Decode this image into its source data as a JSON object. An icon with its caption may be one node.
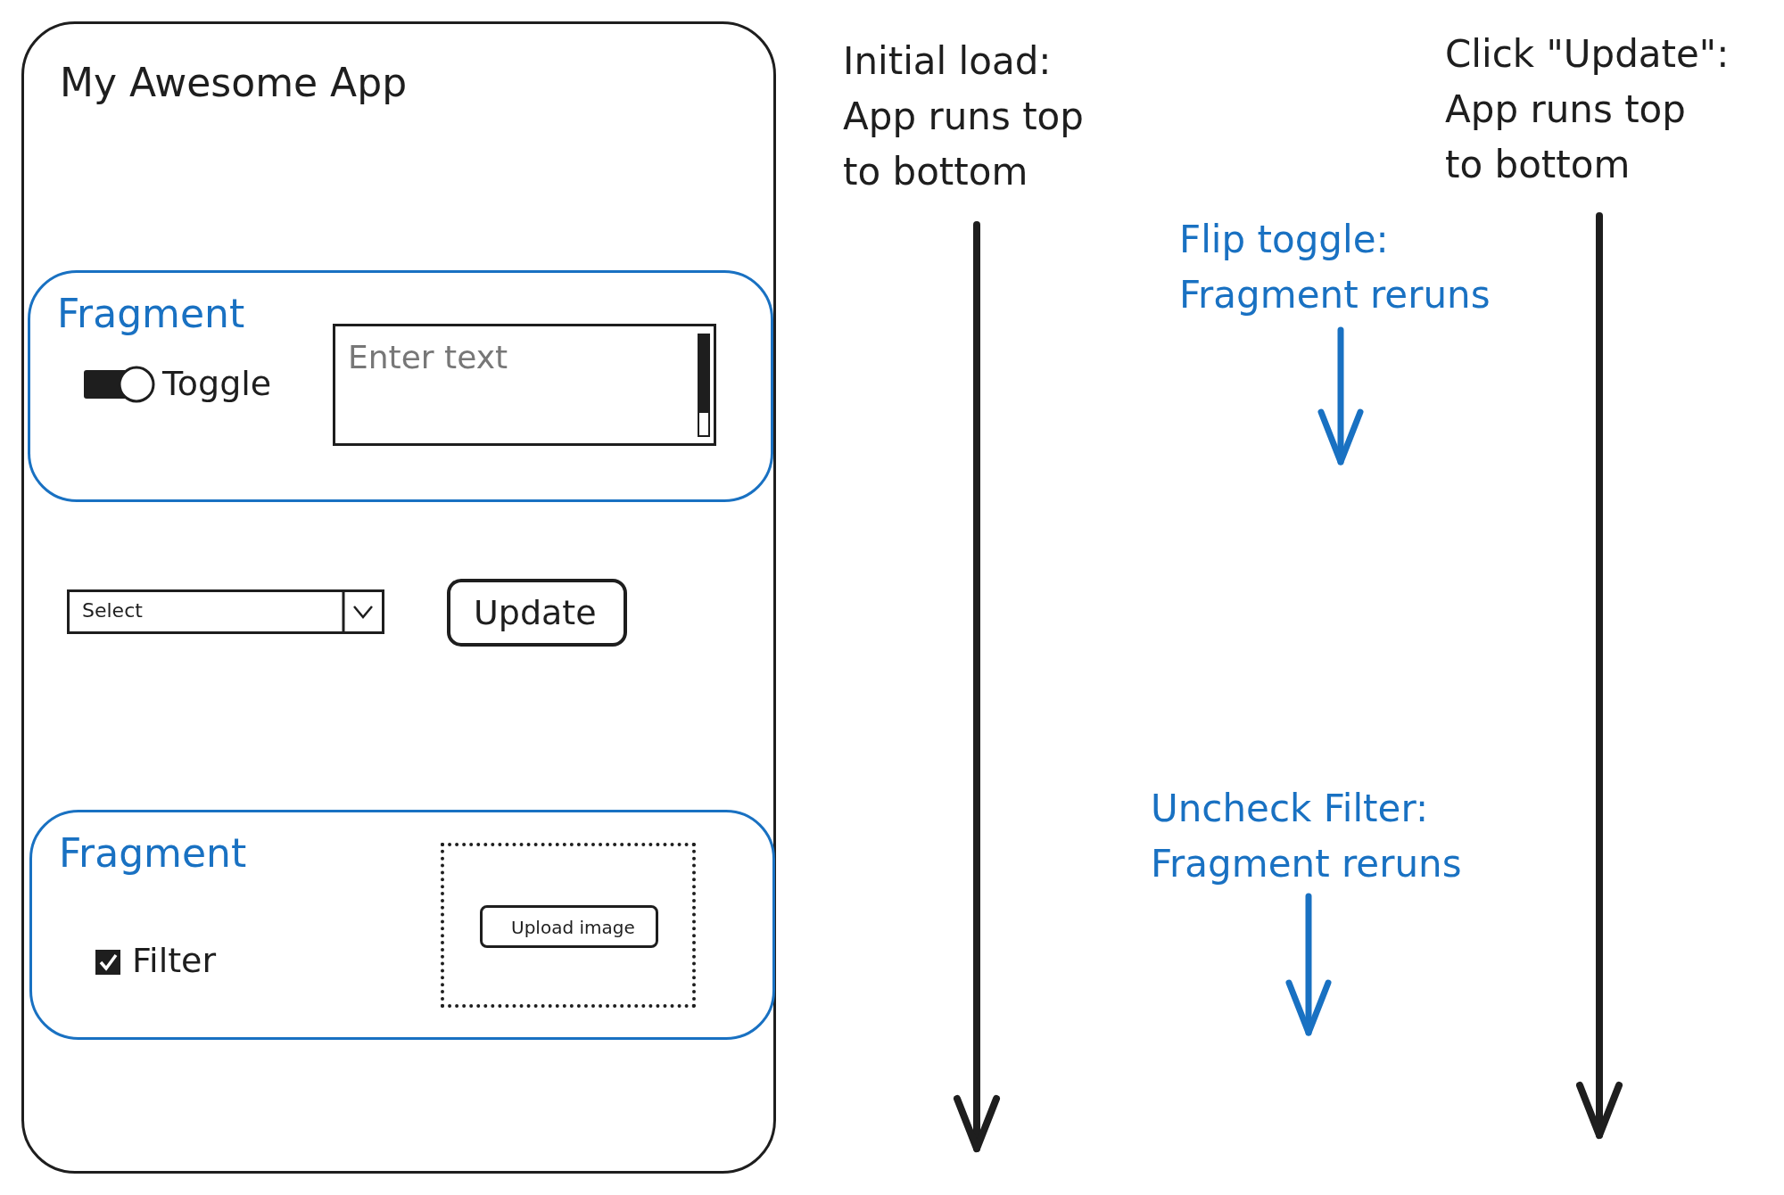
{
  "diagram": {
    "nodes": [
      {
        "text": [
          "My Awesome App"
        ]
      },
      {
        "text": [
          "Fragment"
        ],
        "in": 0
      },
      {
        "text": [
          "Enter text"
        ],
        "in": 1
      },
      {
        "text": [
          "Select"
        ],
        "in": 0
      },
      {
        "text": [
          "Update"
        ],
        "in": 0
      },
      {
        "text": [
          "Fragment"
        ],
        "in": 0
      },
      {
        "text": [],
        "shape": "box",
        "in": 5
      },
      {
        "text": [
          "Upload image"
        ],
        "in": 6
      }
    ],
    "labels": [
      "Toggle",
      "Filter",
      "Initial load: App runs top to bottom",
      "Click \"Update\": App runs top to bottom",
      "Flip toggle: Fragment reruns",
      "Uncheck Filter: Fragment reruns"
    ]
  }
}
